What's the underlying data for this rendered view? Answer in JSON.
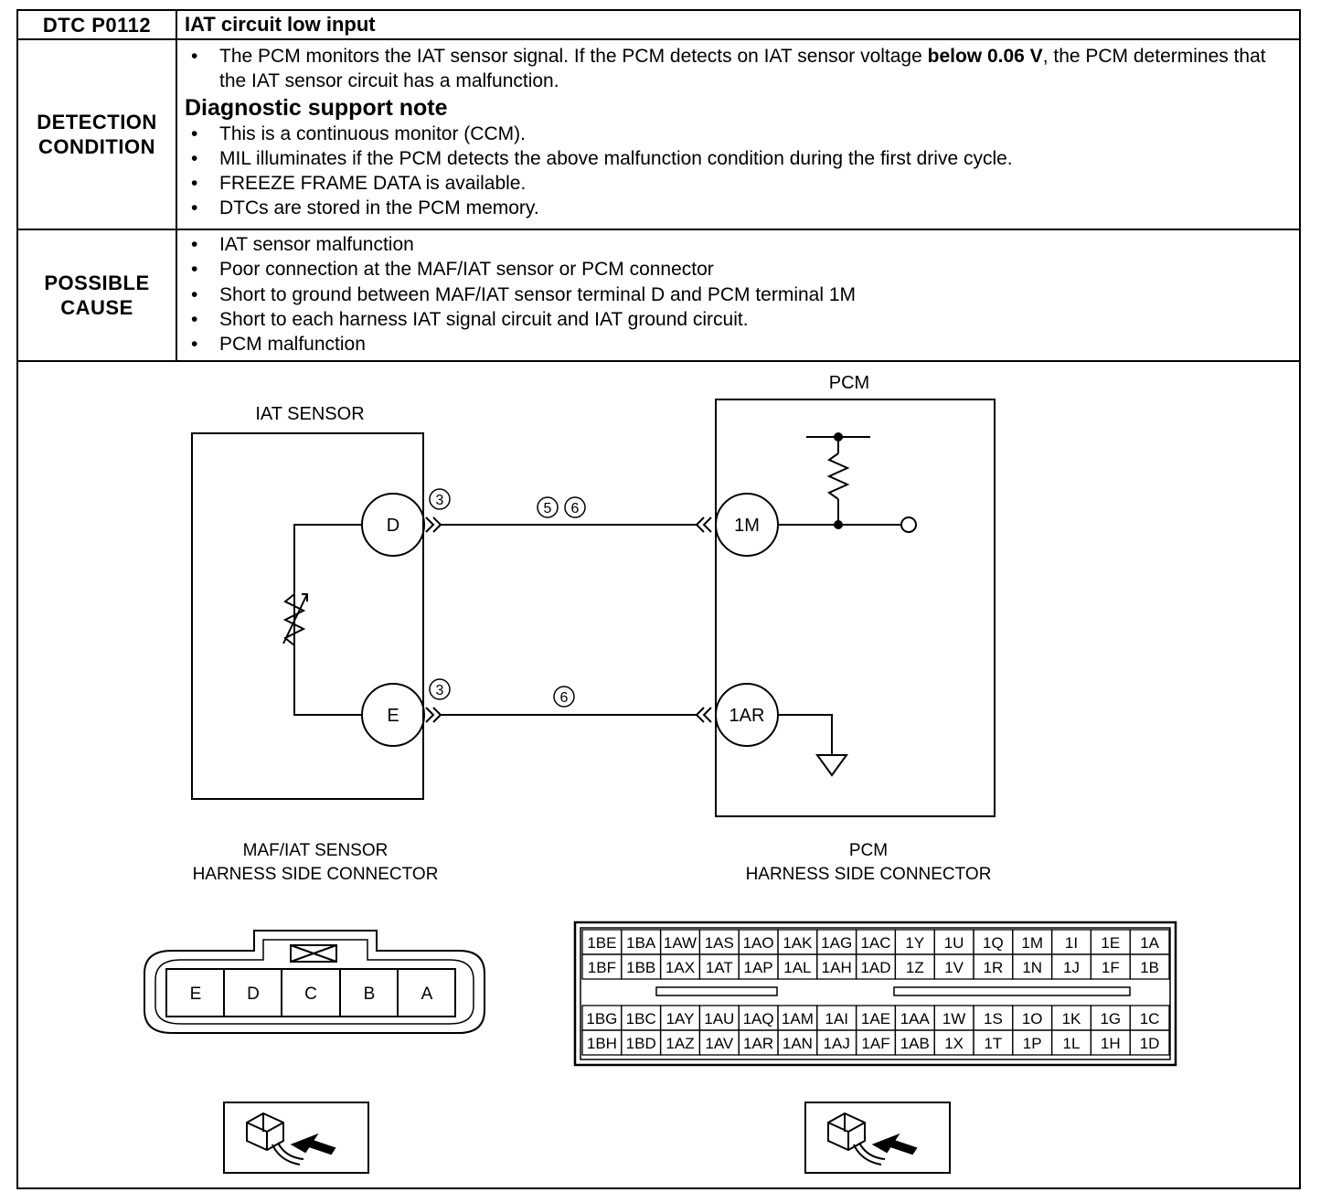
{
  "header": {
    "code": "DTC P0112",
    "title": "IAT circuit low input"
  },
  "detection": {
    "label_line1": "DETECTION",
    "label_line2": "CONDITION",
    "main_pre": "The PCM monitors the IAT sensor signal. If the PCM detects on IAT sensor voltage ",
    "main_bold": "below 0.06 V",
    "main_post": ", the PCM determines that the IAT sensor circuit has a malfunction.",
    "support_title": "Diagnostic support note",
    "notes": [
      "This is a continuous monitor (CCM).",
      "MIL illuminates if the PCM detects the above malfunction condition during the first drive cycle.",
      "FREEZE FRAME DATA is available.",
      "DTCs are stored in the PCM memory."
    ]
  },
  "possible": {
    "label_line1": "POSSIBLE",
    "label_line2": "CAUSE",
    "causes": [
      "IAT sensor malfunction",
      "Poor connection at the MAF/IAT sensor or PCM connector",
      "Short to ground between MAF/IAT sensor terminal D and PCM terminal 1M",
      "Short to each harness IAT signal circuit and IAT ground circuit.",
      "PCM malfunction"
    ]
  },
  "diagram": {
    "iat_sensor_label": "IAT SENSOR",
    "pcm_label": "PCM",
    "iat_terminals": [
      "D",
      "E"
    ],
    "pcm_terminals": [
      "1M",
      "1AR"
    ],
    "circled_d": "3",
    "circled_e": "3",
    "wire_mark_top": [
      "5",
      "6"
    ],
    "wire_mark_bottom": "6",
    "maf_conn_line1": "MAF/IAT SENSOR",
    "maf_conn_line2": "HARNESS SIDE CONNECTOR",
    "pcm_conn_line1": "PCM",
    "pcm_conn_line2": "HARNESS SIDE CONNECTOR",
    "maf_pins": [
      "E",
      "D",
      "C",
      "B",
      "A"
    ],
    "pcm_pins_upper": [
      [
        "1BE",
        "1BA",
        "1AW",
        "1AS",
        "1AO",
        "1AK",
        "1AG",
        "1AC",
        "1Y",
        "1U",
        "1Q",
        "1M",
        "1I",
        "1E",
        "1A"
      ],
      [
        "1BF",
        "1BB",
        "1AX",
        "1AT",
        "1AP",
        "1AL",
        "1AH",
        "1AD",
        "1Z",
        "1V",
        "1R",
        "1N",
        "1J",
        "1F",
        "1B"
      ]
    ],
    "pcm_pins_lower": [
      [
        "1BG",
        "1BC",
        "1AY",
        "1AU",
        "1AQ",
        "1AM",
        "1AI",
        "1AE",
        "1AA",
        "1W",
        "1S",
        "1O",
        "1K",
        "1G",
        "1C"
      ],
      [
        "1BH",
        "1BD",
        "1AZ",
        "1AV",
        "1AR",
        "1AN",
        "1AJ",
        "1AF",
        "1AB",
        "1X",
        "1T",
        "1P",
        "1L",
        "1H",
        "1D"
      ]
    ]
  }
}
